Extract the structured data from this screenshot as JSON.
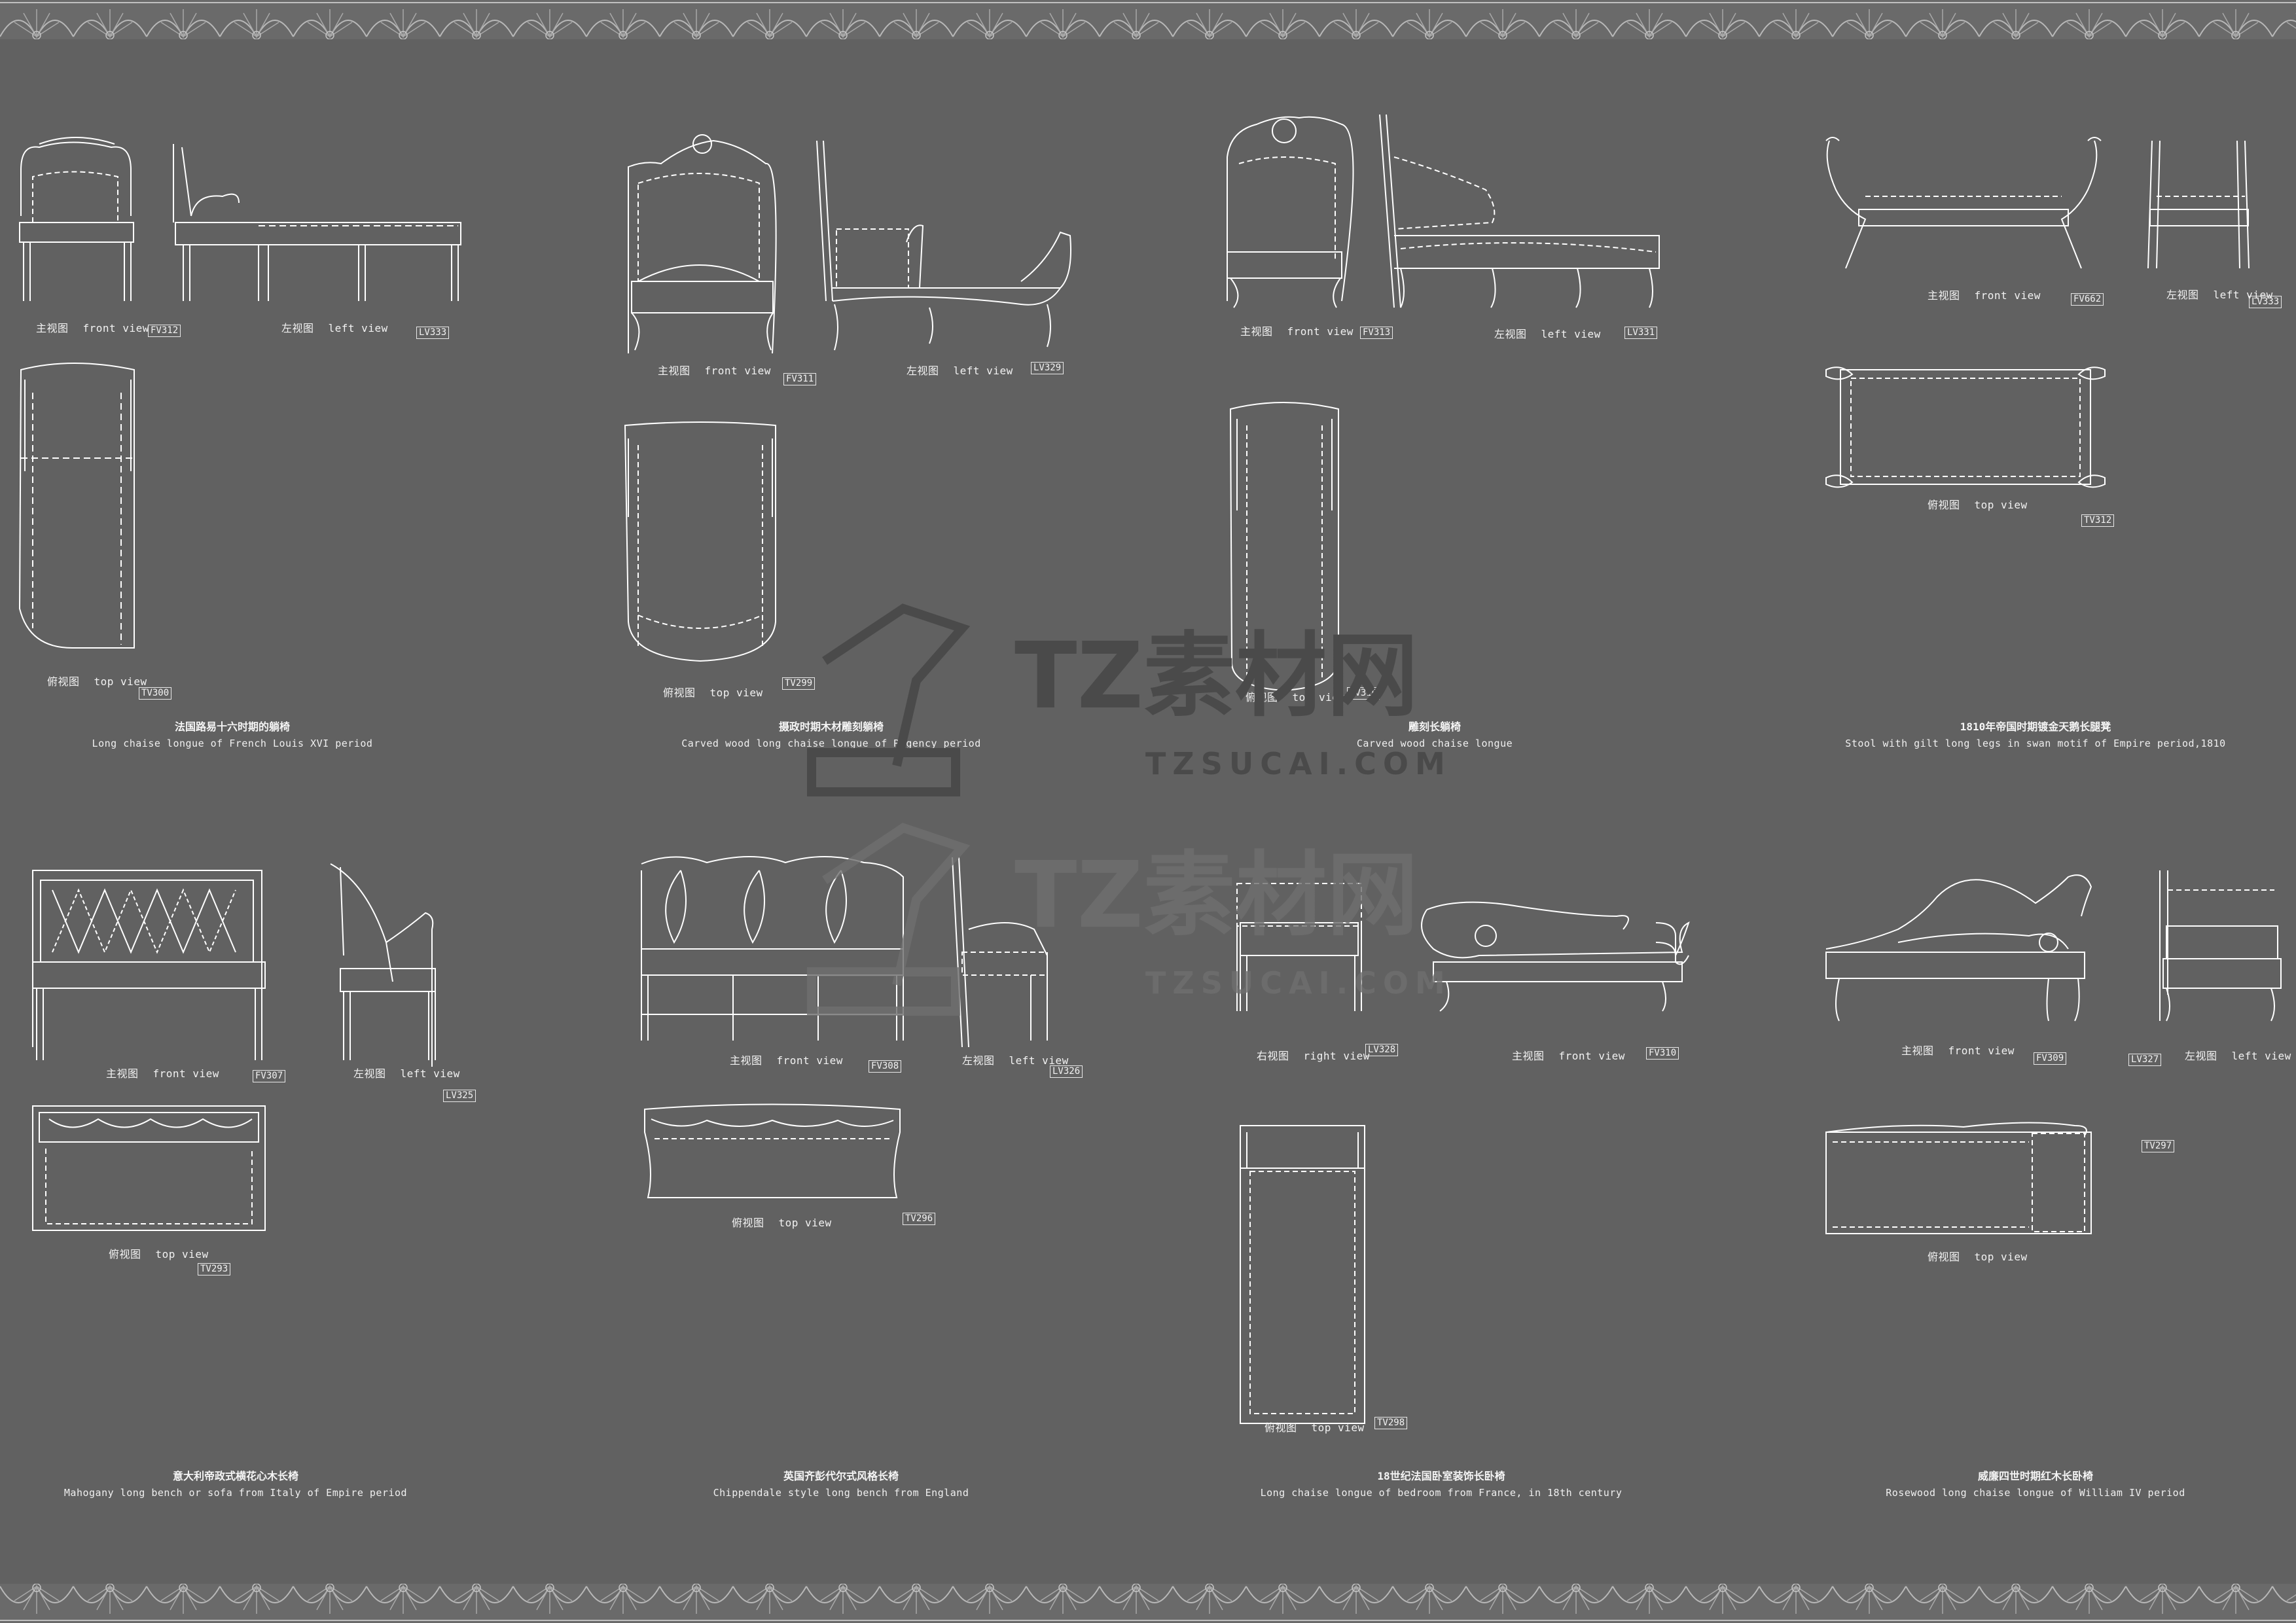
{
  "watermark": {
    "brand_cn": "TZ素材网",
    "brand_url": "TZSUCAI.COM"
  },
  "views": {
    "front": {
      "cn": "主视图",
      "en": "front view"
    },
    "left": {
      "cn": "左视图",
      "en": "left view"
    },
    "right": {
      "cn": "右视图",
      "en": "right view"
    },
    "top": {
      "cn": "俯视图",
      "en": "top view"
    }
  },
  "codes": {
    "fv312": "FV312",
    "lv333a": "LV333",
    "tv300": "TV300",
    "fv311": "FV311",
    "lv329": "LV329",
    "tv299": "TV299",
    "fv313": "FV313",
    "lv331": "LV331",
    "tv310": "TV310",
    "fv662": "FV662",
    "lv333b": "LV333",
    "tv312": "TV312",
    "fv307": "FV307",
    "lv325": "LV325",
    "tv293": "TV293",
    "fv308": "FV308",
    "lv326": "LV326",
    "tv296": "TV296",
    "lv328": "LV328",
    "fv310": "FV310",
    "tv298": "TV298",
    "fv309": "FV309",
    "lv327": "LV327",
    "tv297": "TV297"
  },
  "captions": [
    {
      "cn": "法国路易十六时期的躺椅",
      "en": "Long chaise longue of French Louis XVI period"
    },
    {
      "cn": "摄政时期木材雕刻躺椅",
      "en": "Carved wood long chaise longue of Regency period"
    },
    {
      "cn": "雕刻长躺椅",
      "en": "Carved wood chaise longue"
    },
    {
      "cn": "1810年帝国时期镀金天鹅长腿凳",
      "en": "Stool with gilt long legs in swan motif of Empire period,1810"
    },
    {
      "cn": "意大利帝政式横花心木长椅",
      "en": "Mahogany long bench or sofa from Italy of Empire period"
    },
    {
      "cn": "英国齐彭代尔式风格长椅",
      "en": "Chippendale style long bench from England"
    },
    {
      "cn": "18世纪法国卧室装饰长卧椅",
      "en": "Long chaise longue of bedroom from France, in 18th century"
    },
    {
      "cn": "威廉四世时期红木长卧椅",
      "en": "Rosewood long chaise longue of William IV period"
    }
  ],
  "colors": {
    "background": "#616161",
    "line": "#ffffff",
    "watermark": "#4a4a4a"
  }
}
